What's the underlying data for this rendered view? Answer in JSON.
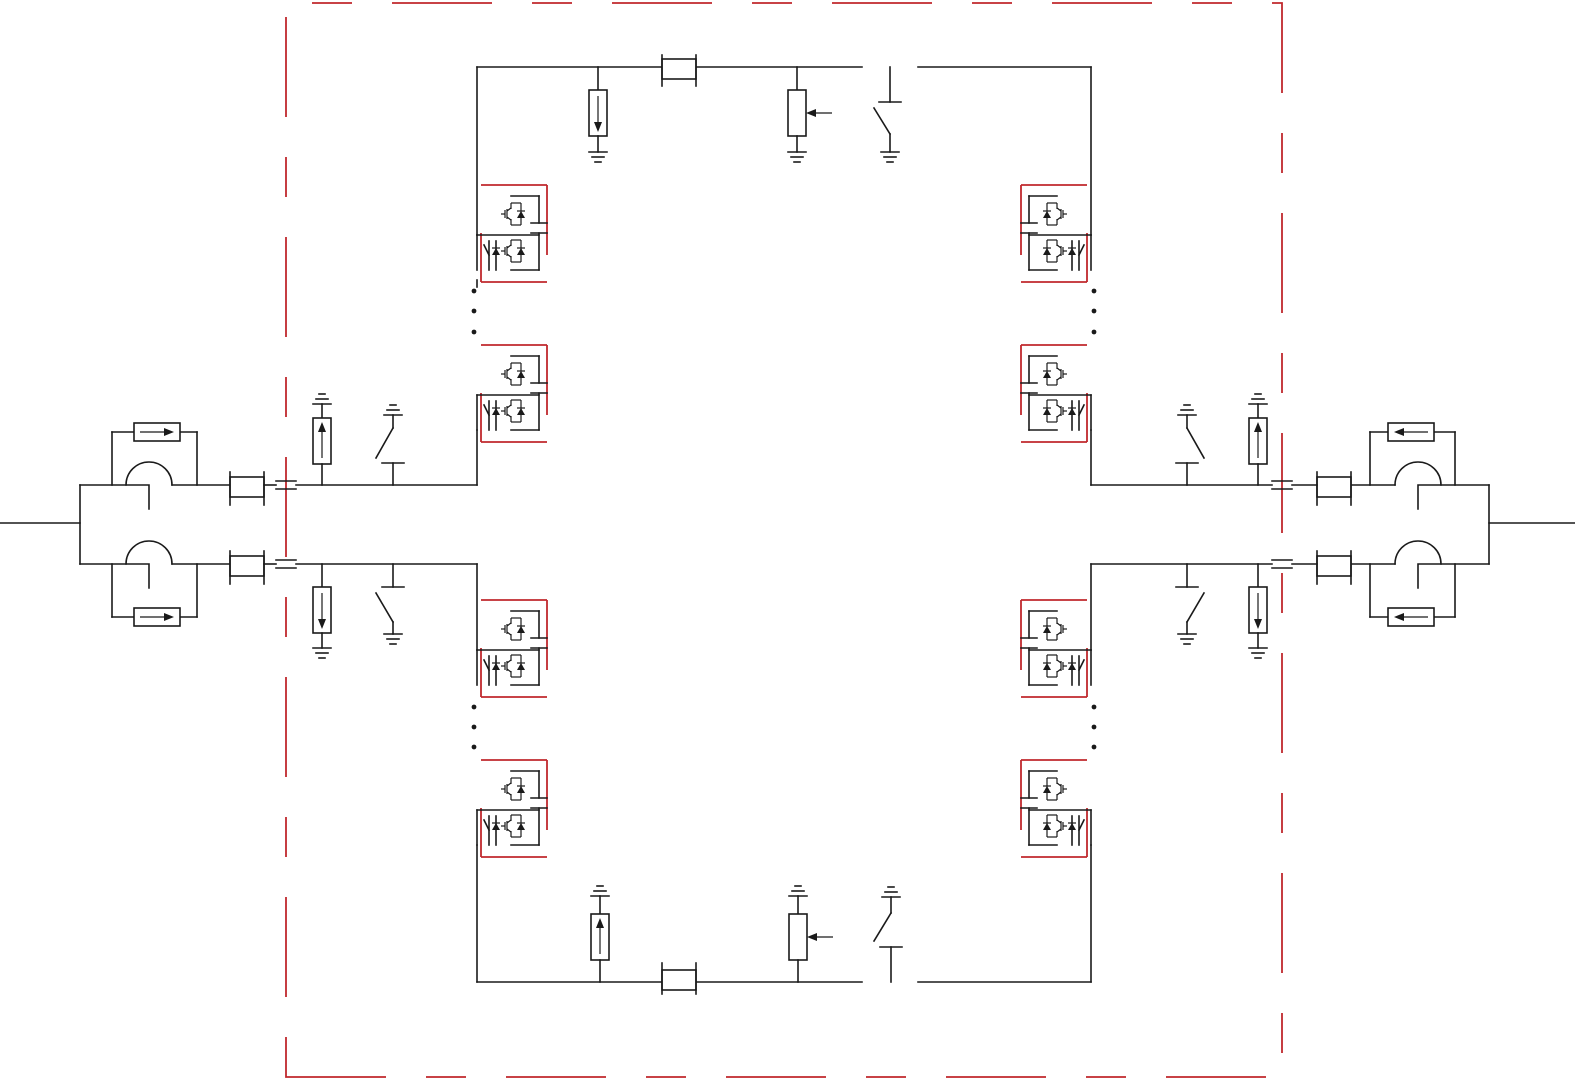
{
  "diagram": {
    "type": "circuit-schematic",
    "labels": [],
    "colors": {
      "wire": "#1a1a1a",
      "enclosure": "#c0282d",
      "submodule_frame": "#c0282d",
      "background": "#ffffff"
    },
    "elements": {
      "enclosure": {
        "style": "dash-dot",
        "color": "#c0282d"
      },
      "converter_arms": 4,
      "submodules_per_arm_shown": 2,
      "continuation_marker": "vertical-dots",
      "submodule_symbol": "half-bridge-igbt-cell-with-capacitor-and-bypass-switch",
      "horizontal_chains": 2,
      "horizontal_chain_components": [
        "arrow-resistor",
        "variable-resistor",
        "grounding-switch",
        "series-reactor"
      ],
      "terminal_components": [
        "parallel-arrow-resistor",
        "arc-symbol",
        "series-box",
        "series-capacitor",
        "vertical-arrow-resistor",
        "grounding-switch",
        "ground-symbol"
      ]
    }
  }
}
